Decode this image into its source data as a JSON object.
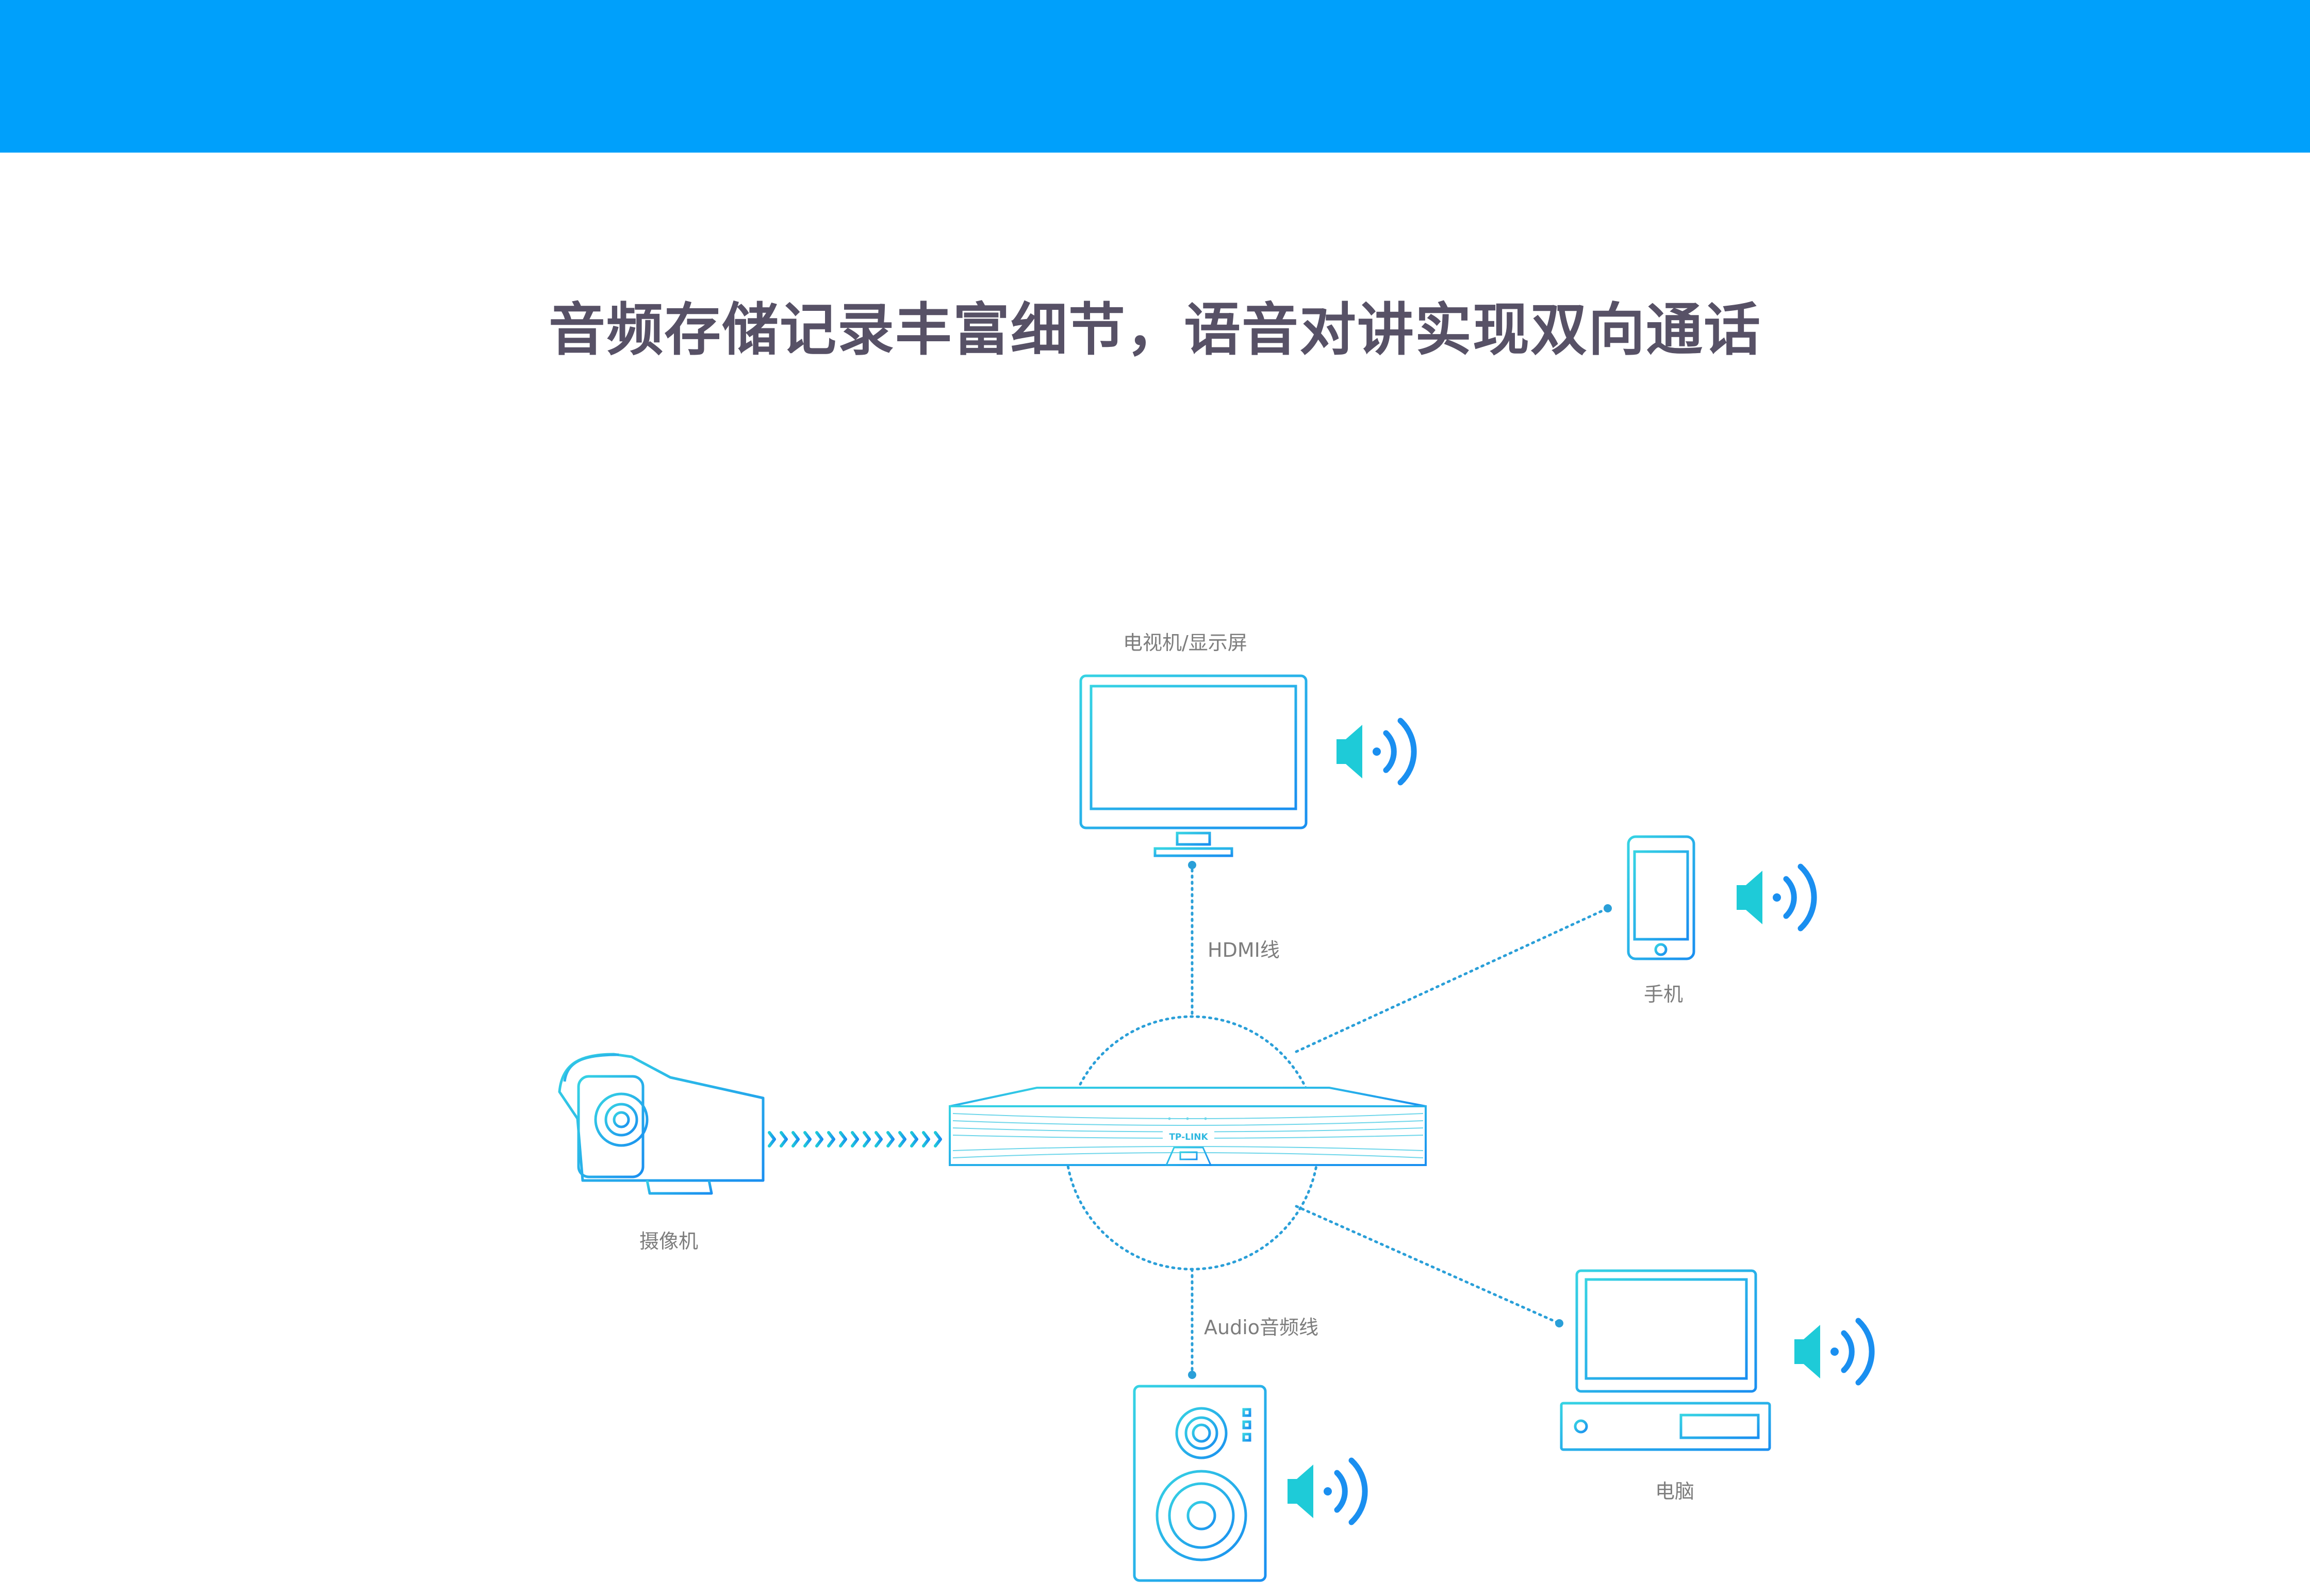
{
  "title": "音频存储记录丰富细节，语音对讲实现双向通话",
  "labels": {
    "tv": "电视机/显示屏",
    "hdmi": "HDMI线",
    "phone": "手机",
    "camera": "摄像机",
    "audio_cable": "Audio音频线",
    "pc": "电脑"
  },
  "nvr_brand": "TP-LINK",
  "icons": [
    "sound-wave-icon",
    "speaker-volume-icon"
  ],
  "colors": {
    "banner": "#00a0fb",
    "headline": "#575166",
    "line_art": "#2fc6e8",
    "speaker_body": "#1ecbd8",
    "speaker_waves": "#1a8ff0"
  }
}
